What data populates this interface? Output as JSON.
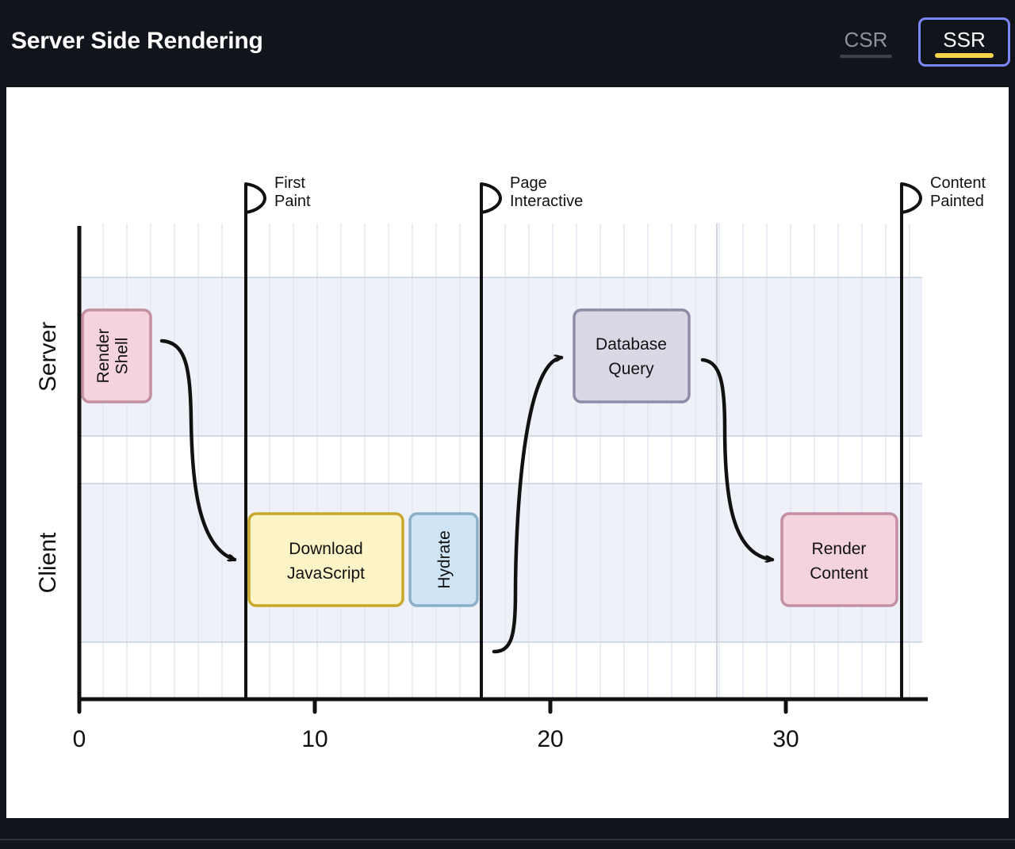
{
  "header": {
    "title": "Server Side Rendering",
    "tabs": [
      {
        "id": "csr",
        "label": "CSR",
        "active": false,
        "underline_color": "#3b4049"
      },
      {
        "id": "ssr",
        "label": "SSR",
        "active": true,
        "underline_color": "#f5d34b",
        "ring_color": "#7b86f8"
      }
    ]
  },
  "colors": {
    "page_background": "#12141c",
    "card_background": "#ffffff",
    "band_shade": "#eef1f7",
    "gridline_minor": "#e3e7f0",
    "gridline_major": "#c9cfdc",
    "axis": "#111111",
    "arrow": "#111111"
  },
  "chart_data": {
    "type": "bar",
    "title": "Server Side Rendering",
    "xlabel": "",
    "ylabel": "",
    "xlim": [
      0,
      35.5
    ],
    "tick_labels": [
      "0",
      "10",
      "20",
      "30"
    ],
    "tick_values": [
      0,
      10,
      20,
      30
    ],
    "minor_tick_step": 1,
    "grid": true,
    "legend_position": "none",
    "lanes": [
      "Server",
      "Client"
    ],
    "categories": [
      "Render Shell",
      "Download JavaScript",
      "Hydrate",
      "Database Query",
      "Render Content"
    ],
    "values": [
      3.2,
      6.8,
      2.8,
      4.8,
      4.8
    ],
    "tasks": [
      {
        "label": "Render Shell",
        "lane": "Server",
        "start": 0.3,
        "end": 3.5,
        "duration": 3.2,
        "orientation": "vertical",
        "fill": "#f5d3dd",
        "stroke": "#c38fa2"
      },
      {
        "label": "Download JavaScript",
        "lane": "Client",
        "start": 7.5,
        "end": 14.3,
        "duration": 6.8,
        "orientation": "horizontal",
        "fill": "#fcf3c6",
        "stroke": "#c9a72c"
      },
      {
        "label": "Hydrate",
        "lane": "Client",
        "start": 14.4,
        "end": 17.2,
        "duration": 2.8,
        "orientation": "vertical",
        "fill": "#cfe4f5",
        "stroke": "#8bafc9"
      },
      {
        "label": "Database Query",
        "lane": "Server",
        "start": 21.2,
        "end": 26.0,
        "duration": 4.8,
        "orientation": "horizontal",
        "fill": "#d9d8e4",
        "stroke": "#8f8ca6"
      },
      {
        "label": "Render Content",
        "lane": "Client",
        "start": 30.0,
        "end": 34.8,
        "duration": 4.8,
        "orientation": "horizontal",
        "fill": "#f5d3dd",
        "stroke": "#c38fa2"
      }
    ],
    "markers": [
      {
        "label": "First Paint",
        "label_lines": [
          "First",
          "Paint"
        ],
        "value": 7.4
      },
      {
        "label": "Page Interactive",
        "label_lines": [
          "Page",
          "Interactive"
        ],
        "value": 17.3
      },
      {
        "label": "Content Painted",
        "label_lines": [
          "Content",
          "Painted"
        ],
        "value": 34.9
      }
    ],
    "arrows": [
      {
        "from": "Render Shell",
        "to": "Download JavaScript"
      },
      {
        "from": "Hydrate",
        "to": "Database Query"
      },
      {
        "from": "Database Query",
        "to": "Render Content"
      }
    ]
  }
}
